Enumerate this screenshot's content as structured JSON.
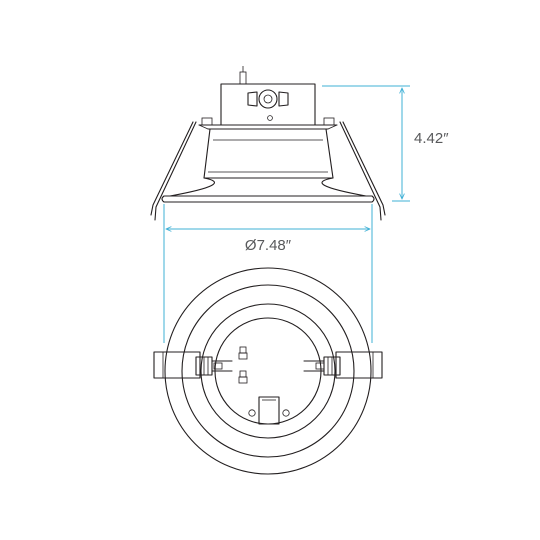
{
  "dimensions": {
    "height": {
      "label": "4.42″",
      "value": 4.42,
      "unit": "in"
    },
    "diameter": {
      "label": "Ø7.48″",
      "value": 7.48,
      "unit": "in"
    }
  },
  "colors": {
    "line": "#231f20",
    "dimension": "#3fb0d6",
    "text": "#58595b",
    "background": "#ffffff"
  }
}
